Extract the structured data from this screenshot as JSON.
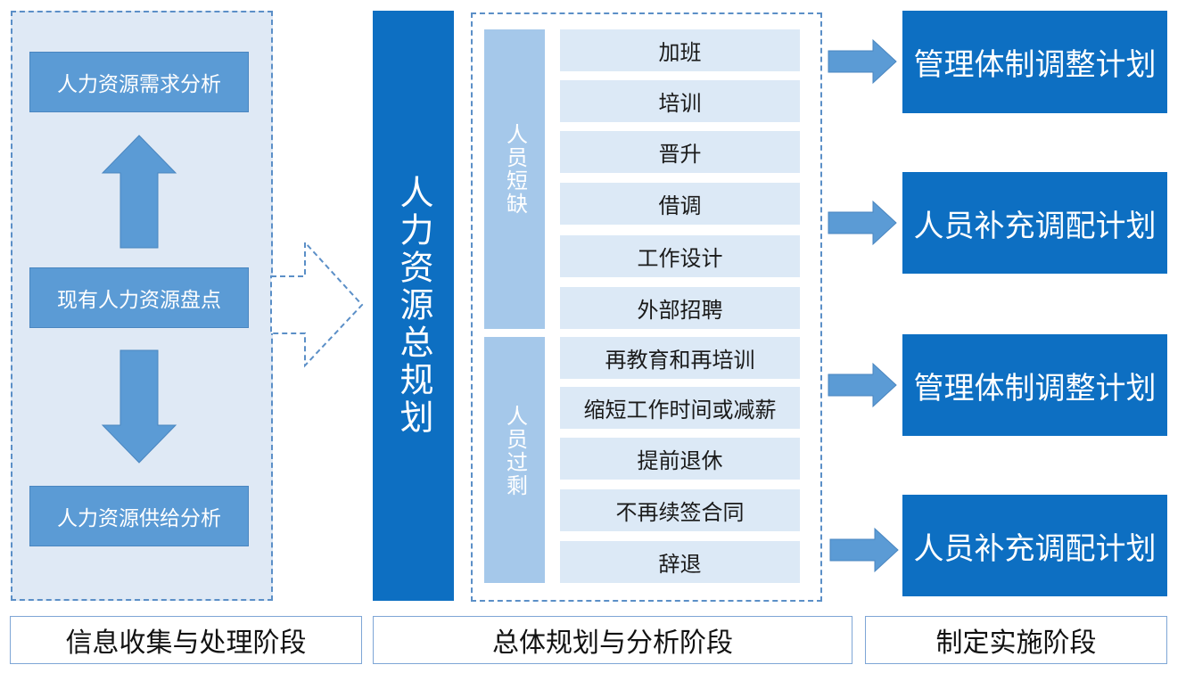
{
  "left_panel": {
    "demand": "人力资源需求分析",
    "inventory": "现有人力资源盘点",
    "supply": "人力资源供给分析"
  },
  "center_title": "人力资源总规划",
  "shortage": {
    "label": "人员短缺",
    "items": [
      "加班",
      "培训",
      "晋升",
      "借调",
      "工作设计",
      "外部招聘"
    ]
  },
  "surplus": {
    "label": "人员过剩",
    "items": [
      "再教育和再培训",
      "缩短工作时间或减薪",
      "提前退休",
      "不再续签合同",
      "辞退"
    ]
  },
  "plans": [
    "管理体制调整计划",
    "人员补充调配计划",
    "管理体制调整计划",
    "人员补充调配计划"
  ],
  "stages": [
    "信息收集与处理阶段",
    "总体规划与分析阶段",
    "制定实施阶段"
  ],
  "colors": {
    "dark_blue": "#0d6fc2",
    "mid_blue": "#5b9bd5",
    "light_blue": "#a5c8ea",
    "pale_blue": "#dce9f6"
  }
}
